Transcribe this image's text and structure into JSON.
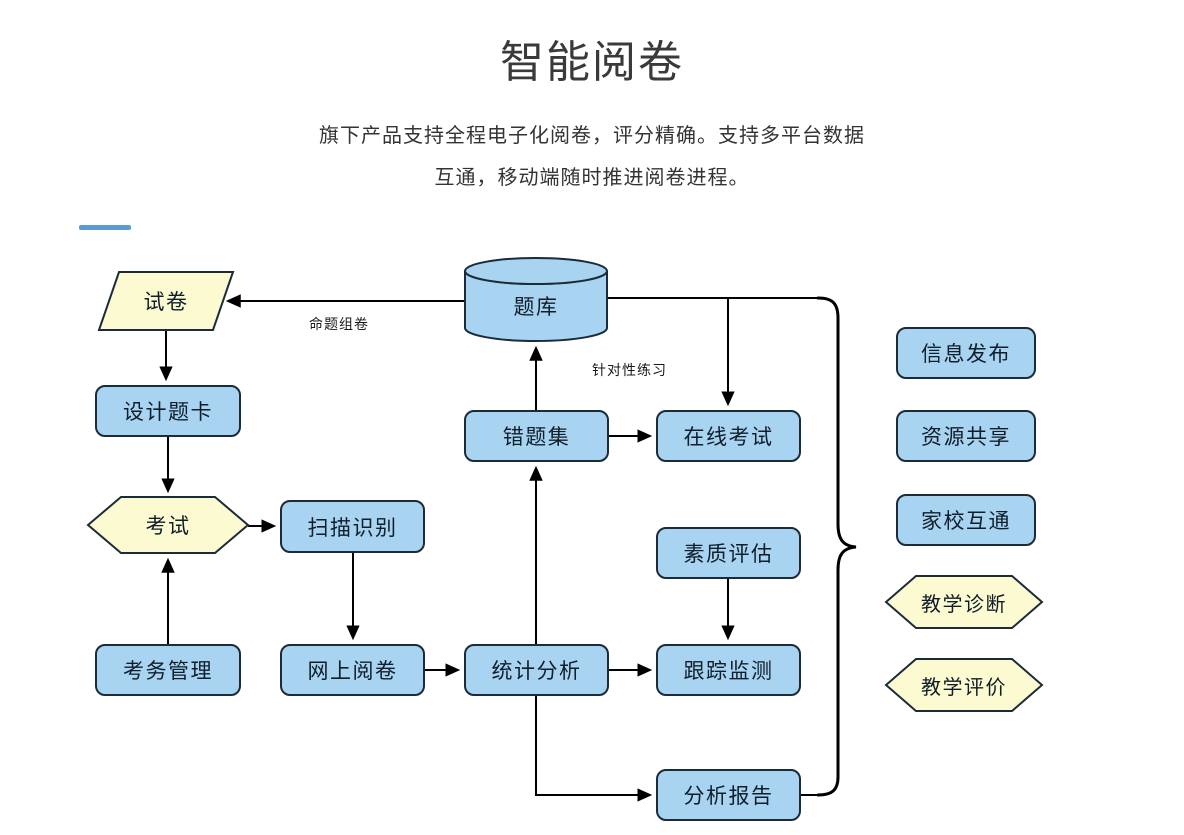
{
  "page": {
    "title": "智能阅卷",
    "subtitle_line1": "旗下产品支持全程电子化阅卷，评分精确。支持多平台数据",
    "subtitle_line2": "互通，移动端随时推进阅卷进程。"
  },
  "flowchart": {
    "nodes": {
      "exam_paper": "试卷",
      "question_bank": "题库",
      "design_answer_card": "设计题卡",
      "exam": "考试",
      "scan_recognition": "扫描识别",
      "exam_affairs_management": "考务管理",
      "online_marking": "网上阅卷",
      "statistical_analysis": "统计分析",
      "wrong_question_set": "错题集",
      "online_exam": "在线考试",
      "quality_assessment": "素质评估",
      "tracking_monitoring": "跟踪监测",
      "analysis_report": "分析报告",
      "info_release": "信息发布",
      "resource_sharing": "资源共享",
      "home_school_link": "家校互通",
      "teaching_diagnosis": "教学诊断",
      "teaching_evaluation": "教学评价"
    },
    "edge_labels": {
      "proposition_paper_assembly": "命题组卷",
      "targeted_practice": "针对性练习"
    }
  },
  "colors": {
    "node_blue_fill": "#a8d4f2",
    "node_yellow_fill": "#fcfad0",
    "node_border": "#1c2b3a",
    "connector": "#000000",
    "accent_dash": "#5b9bd5",
    "title_text": "#3a3a3a"
  }
}
